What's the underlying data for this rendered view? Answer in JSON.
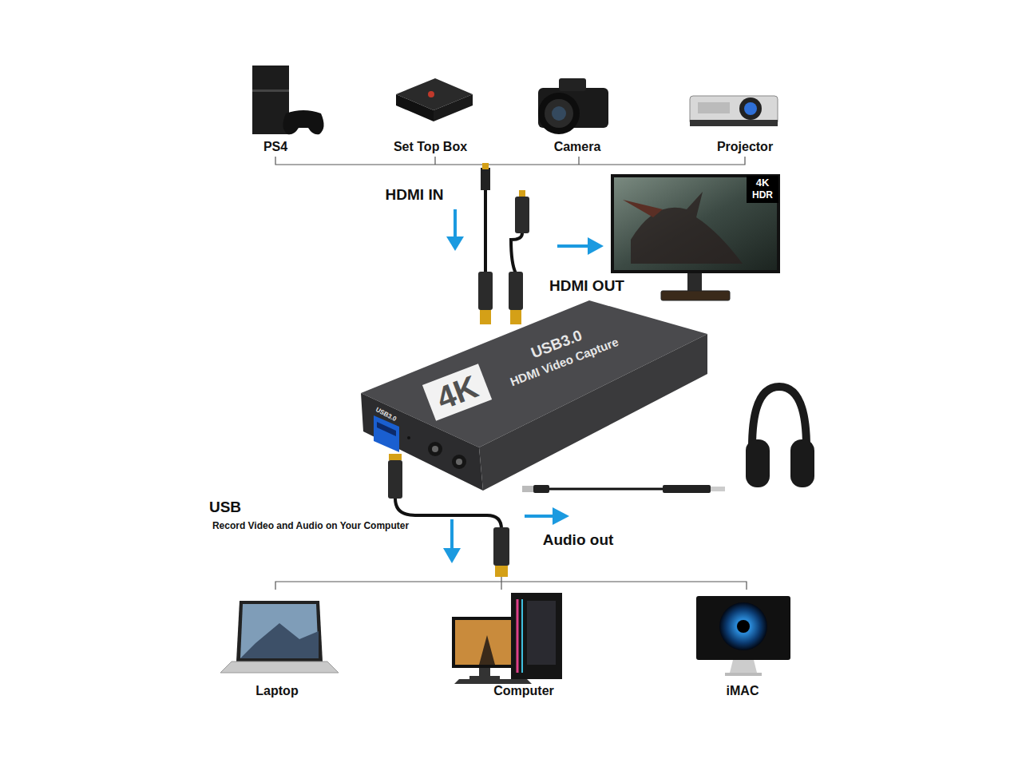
{
  "diagram": {
    "nodes": [
      {
        "text": [
          "USB3.0",
          "HDMI Video Capture",
          "4K",
          "USB3.0"
        ]
      }
    ],
    "labels": [
      "PS4",
      "Set Top Box",
      "Camera",
      "Projector",
      "HDMI IN",
      "4K",
      "HDR",
      "HDMI OUT",
      "USB",
      "Record Video and Audio on Your Computer",
      "Audio out",
      "Laptop",
      "Computer",
      "iMAC"
    ]
  }
}
